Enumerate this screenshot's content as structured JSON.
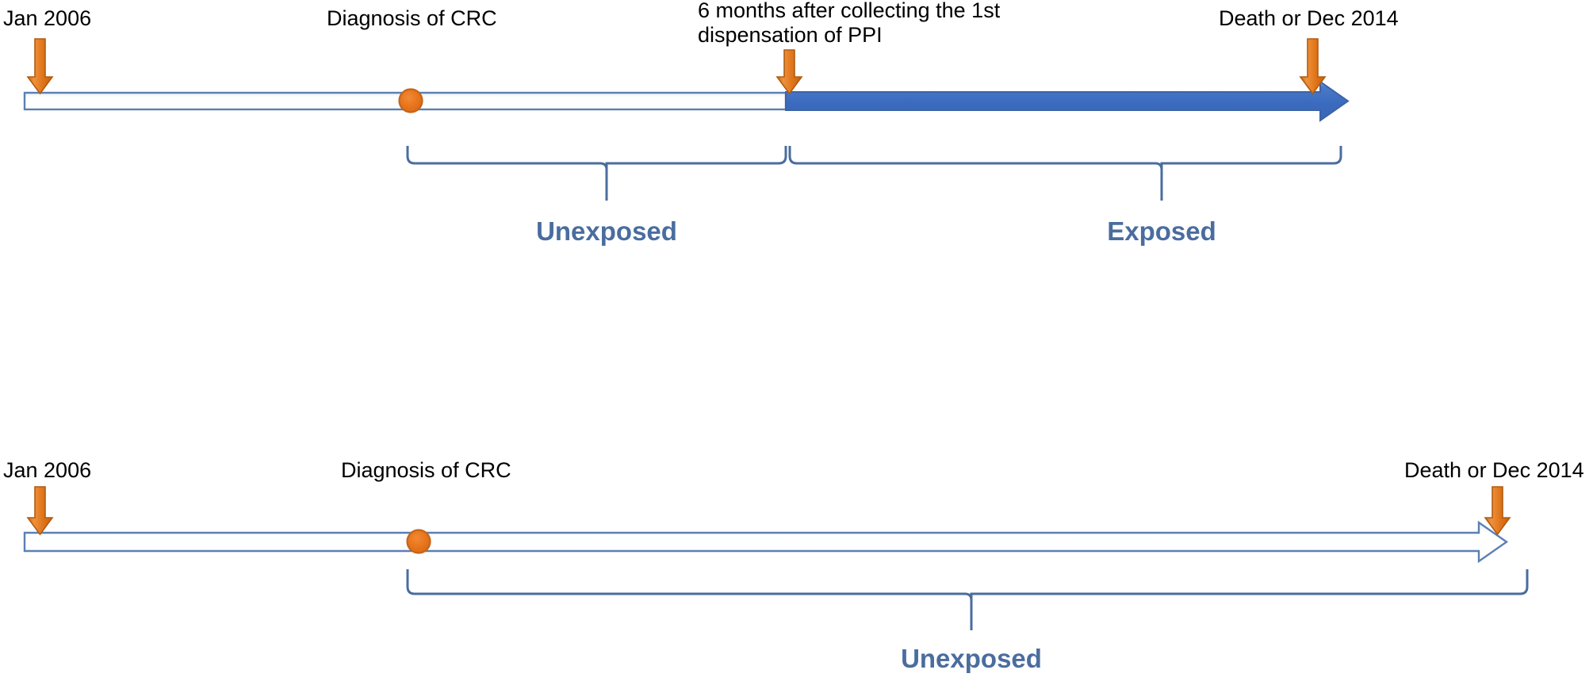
{
  "diagram": {
    "type": "exposure-timeline",
    "colors": {
      "exposed_bar": "#3F6FC1",
      "unexposed_bar": "#FAFCFF",
      "bar_outline": "#5B7FB4",
      "event_marker": "#E8761E",
      "event_marker_outline": "#B85C12",
      "arrow_marker": "#E07B22",
      "bracket": "#4A6D9E",
      "group_label": "#4A6D9E",
      "text": "#000000"
    },
    "timelines": [
      {
        "id": "ppi-exposed-cohort",
        "labels": {
          "start": "Jan 2006",
          "event": "Diagnosis of CRC",
          "exposure_start": "6 months after collecting the 1st\ndispensation of PPI",
          "exposure_start_line1": "6 months after collecting the 1st",
          "exposure_start_line2": "dispensation of PPI",
          "end": "Death or Dec 2014"
        },
        "periods": [
          {
            "name": "Unexposed",
            "label": "Unexposed"
          },
          {
            "name": "Exposed",
            "label": "Exposed"
          }
        ]
      },
      {
        "id": "unexposed-cohort",
        "labels": {
          "start": "Jan 2006",
          "event": "Diagnosis of CRC",
          "end": "Death or Dec 2014"
        },
        "periods": [
          {
            "name": "Unexposed",
            "label": "Unexposed"
          }
        ]
      }
    ]
  }
}
